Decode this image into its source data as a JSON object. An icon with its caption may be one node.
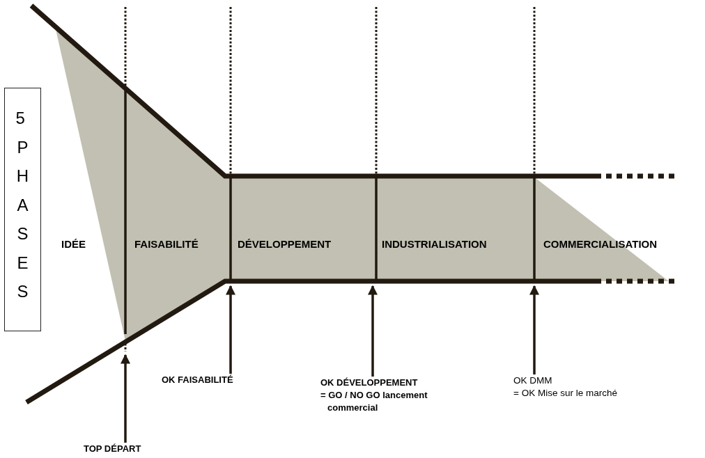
{
  "diagram": {
    "nodes": [
      {
        "text": [
          "5 PHASES"
        ]
      },
      {
        "text": [
          "TOP DÉPART"
        ]
      },
      {
        "text": [
          "OK FAISABILITÉ"
        ]
      },
      {
        "text": [
          "OK DÉVELOPPEMENT",
          "= GO / NO GO lancement commercial"
        ]
      },
      {
        "text": [
          "OK DMM",
          "= OK Mise sur le marché"
        ]
      }
    ],
    "edges": [
      {
        "from": 1,
        "to": null,
        "arrow": "to"
      },
      {
        "from": 2,
        "to": null,
        "arrow": "to"
      },
      {
        "from": 3,
        "to": null,
        "arrow": "to"
      },
      {
        "from": 4,
        "to": null,
        "arrow": "to"
      }
    ],
    "labels": [
      "IDÉE",
      "FAISABILITÉ",
      "DÉVELOPPEMENT",
      "INDUSTRIALISATION",
      "COMMERCIALISATION"
    ]
  }
}
